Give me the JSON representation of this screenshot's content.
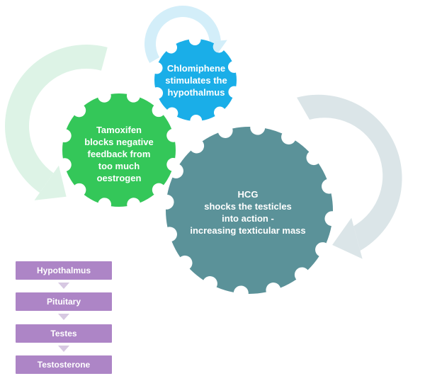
{
  "gears": {
    "hcg": {
      "lines": [
        "HCG",
        "shocks the testicles",
        "into action -",
        "increasing texticular mass"
      ],
      "color": "#5b9299"
    },
    "tamoxifen": {
      "lines": [
        "Tamoxifen",
        "blocks negative",
        "feedback from",
        "too much",
        "oestrogen"
      ],
      "color": "#34c759"
    },
    "chlomiphene": {
      "lines": [
        "Chlomiphene",
        "stimulates the",
        "hypothalmus"
      ],
      "color": "#1aaee8"
    }
  },
  "cycle_arrows": {
    "left_color": "#ddf3e6",
    "top_color": "#d3eef9",
    "right_color": "#dbe5e8"
  },
  "flow": {
    "steps": [
      "Hypothalmus",
      "Pituitary",
      "Testes",
      "Testosterone"
    ],
    "box_color": "#ad85c6",
    "arrow_color": "#d7c8e2"
  }
}
